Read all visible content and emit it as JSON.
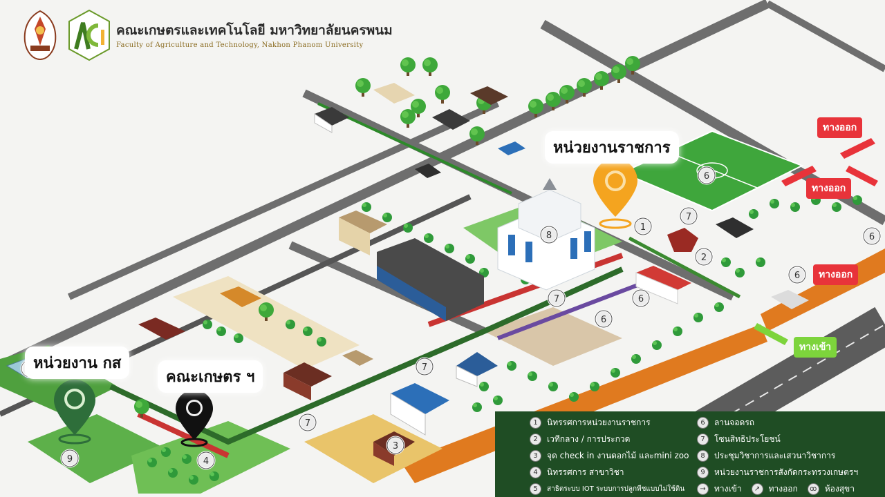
{
  "header": {
    "title": "คณะเกษตรและเทคโนโลยี มหาวิทยาลัยนครพนม",
    "subtitle": "Faculty of Agriculture and Technology, Nakhon Phanom University"
  },
  "labels": {
    "government_unit": "หน่วยงานราชการ",
    "kor_sor_unit": "หน่วยงาน กส",
    "faculty": "คณะเกษตร ฯ",
    "exit_1": "ทางออก",
    "exit_2": "ทางออก",
    "exit_3": "ทางออก",
    "entrance": "ทางเข้า"
  },
  "markers": [
    "1",
    "2",
    "3",
    "4",
    "5",
    "6",
    "7",
    "8",
    "9"
  ],
  "legend": {
    "left": [
      {
        "num": "1",
        "label": "นิทรรศการหน่วยงานราชการ"
      },
      {
        "num": "2",
        "label": "เวทีกลาง / การประกวด"
      },
      {
        "num": "3",
        "label": "จุด check in งานดอกไม้ และmini zoo"
      },
      {
        "num": "4",
        "label": "นิทรรศการ สาขาวิชา"
      },
      {
        "num": "5",
        "label": "สาธิตระบบ IOT ระบบการปลูกพืชแบบไม่ใช้ดิน"
      }
    ],
    "right": [
      {
        "num": "6",
        "label": "ลานจอดรถ"
      },
      {
        "num": "7",
        "label": "โซนสิทธิประโยชน์"
      },
      {
        "num": "8",
        "label": "ประชุมวิชาการและเสวนาวิชาการ"
      },
      {
        "num": "9",
        "label": "หน่วยงานราชการสังกัดกระทรวงเกษตรฯ"
      }
    ],
    "bottom": [
      {
        "icon": "entrance-icon",
        "label": "ทางเข้า"
      },
      {
        "icon": "exit-icon",
        "label": "ทางออก"
      },
      {
        "icon": "restroom-icon",
        "label": "ห้องสุขา"
      }
    ]
  },
  "colors": {
    "pin_orange": "#f4a41f",
    "pin_green": "#2e6e3a",
    "pin_black": "#111111",
    "exit_red": "#e8333a",
    "entrance_green": "#7dd43c",
    "legend_bg": "#1f4d24"
  }
}
